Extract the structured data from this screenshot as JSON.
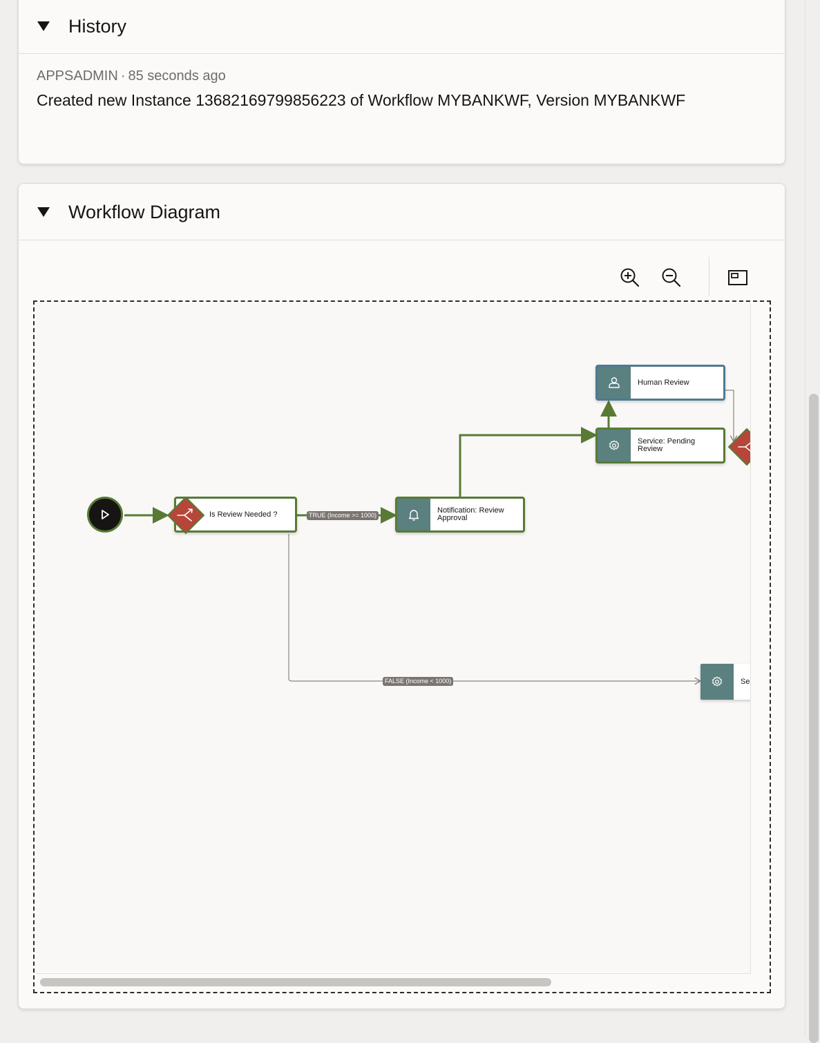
{
  "history": {
    "title": "History",
    "entry": {
      "user": "APPSADMIN",
      "separator": "·",
      "time": "85 seconds ago",
      "text": "Created new Instance 13682169799856223 of Workflow MYBANKWF, Version MYBANKWF"
    }
  },
  "workflow": {
    "title": "Workflow Diagram",
    "toolbar": {
      "zoom_in_icon": "zoom-in-icon",
      "zoom_out_icon": "zoom-out-icon",
      "fit_icon": "fit-view-icon"
    },
    "nodes": {
      "decision": "Is Review Needed ?",
      "notification": "Notification: Review Approval",
      "service_pending": "Service: Pending Review",
      "human_review": "Human Review",
      "service_partial": "Se"
    },
    "edges": {
      "true_label": "TRUE (Income >= 1000)",
      "false_label": "FALSE (Income < 1000)"
    },
    "colors": {
      "active_border": "#587a35",
      "pending_border": "#4e7a93",
      "decision_fill": "#b6463a",
      "icon_fill": "#5b8080"
    }
  }
}
